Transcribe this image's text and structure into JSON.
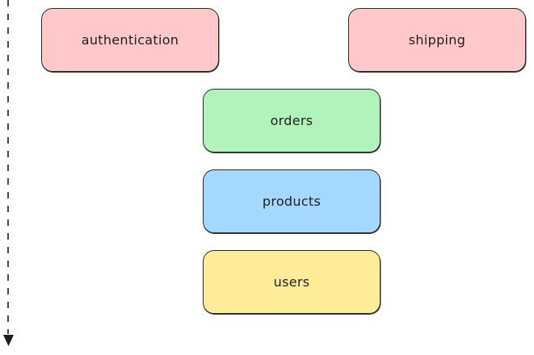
{
  "diagram": {
    "nodes": [
      {
        "id": "authentication",
        "label": "authentication",
        "color": "#ffc9c9"
      },
      {
        "id": "shipping",
        "label": "shipping",
        "color": "#ffc9c9"
      },
      {
        "id": "orders",
        "label": "orders",
        "color": "#b2f2bb"
      },
      {
        "id": "products",
        "label": "products",
        "color": "#a5d8ff"
      },
      {
        "id": "users",
        "label": "users",
        "color": "#ffec99"
      }
    ],
    "timeline": {
      "style": "dashed",
      "direction": "down",
      "stroke": "#1e1e1e"
    }
  }
}
